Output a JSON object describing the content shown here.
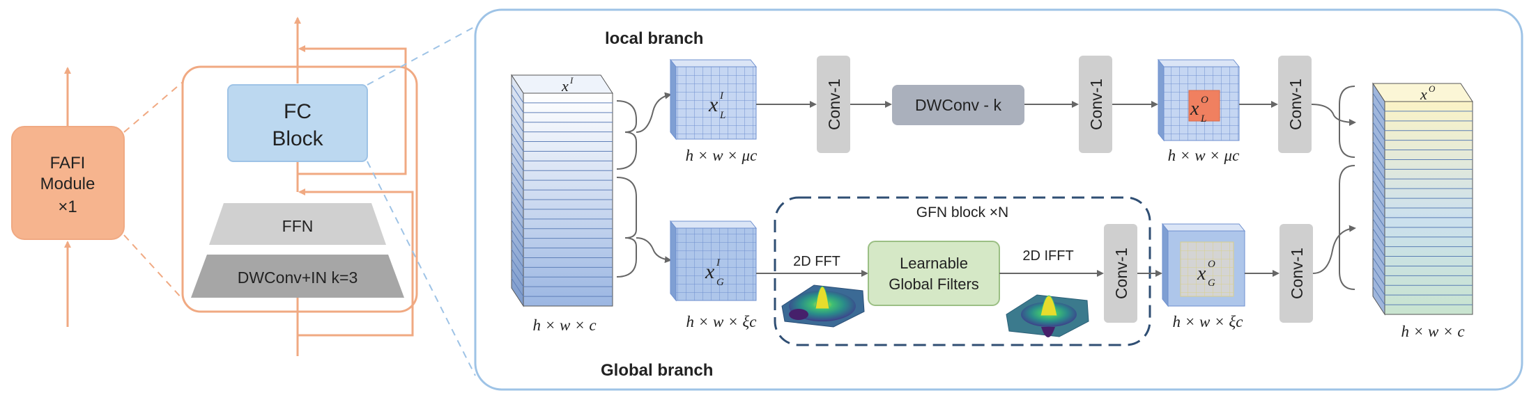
{
  "colors": {
    "orange": "#f6b48e",
    "orange_line": "#f0a982",
    "blue_panel": "#9ec3e6",
    "blue_dash": "#2f4e73",
    "fc_block": "#bcd8f0",
    "ffn": "#d0d0d0",
    "dwconv_in": "#a6a6a6",
    "conv": "#cfcfcf",
    "dwconv_k": "#aab0bc",
    "filters": "#d5e8c6",
    "cube_blue": "#bcd0ef",
    "local_out": "#f08060"
  },
  "left": {
    "fafi_line1": "FAFI",
    "fafi_line2": "Module",
    "fafi_line3": "×1",
    "fc_line1": "FC",
    "fc_line2": "Block",
    "ffn": "FFN",
    "dwconv_in": "DWConv+IN k=3"
  },
  "right": {
    "local_title": "local branch",
    "global_title": "Global branch",
    "gfn_title": "GFN block ×N",
    "conv": "Conv-1",
    "dwconv_k": "DWConv - k",
    "fft": "2D FFT",
    "ifft": "2D IFFT",
    "filters_line1": "Learnable",
    "filters_line2": "Global Filters",
    "input_label": "x",
    "input_sup": "I",
    "output_label": "x",
    "output_sup": "O",
    "xl_in": "x",
    "xl_in_sub": "L",
    "xl_in_sup": "I",
    "xl_out": "x",
    "xl_out_sub": "L",
    "xl_out_sup": "O",
    "xg_in": "x",
    "xg_in_sub": "G",
    "xg_in_sup": "I",
    "xg_out": "x",
    "xg_out_sub": "G",
    "xg_out_sup": "O",
    "dim_input": "h × w × c",
    "dim_local_in": "h × w × μc",
    "dim_local_out": "h × w × μc",
    "dim_global_in": "h × w × ξc",
    "dim_global_out": "h × w × ξc",
    "dim_output": "h × w × c"
  }
}
